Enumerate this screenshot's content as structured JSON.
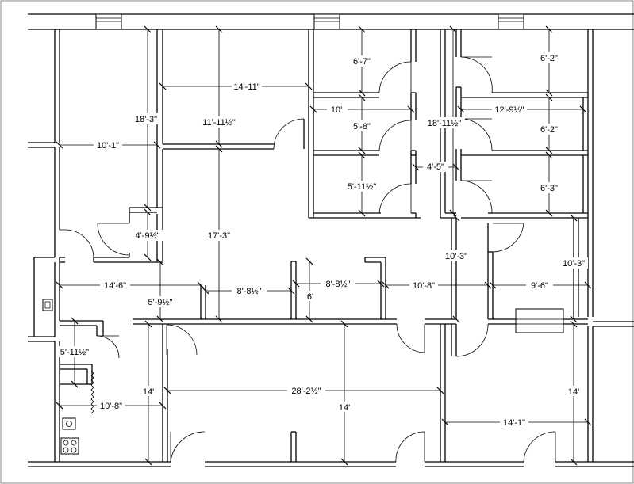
{
  "labels": {
    "d_6_7": "6'-7\"",
    "d_6_2_top": "6'-2\"",
    "d_14_11": "14'-11\"",
    "d_18_3": "18'-3\"",
    "d_10": "10'",
    "d_12_9h": "12'-9½\"",
    "d_11_11h": "11'-11½\"",
    "d_5_8": "5'-8\"",
    "d_18_11h": "18'-11½\"",
    "d_6_2_mid": "6'-2\"",
    "d_10_1": "10'-1\"",
    "d_4_5": "4'-5\"",
    "d_5_11h_top": "5'-11½\"",
    "d_6_3": "6'-3\"",
    "d_4_9h": "4'-9½\"",
    "d_17_3": "17'-3\"",
    "d_10_3_left": "10'-3\"",
    "d_10_3_right": "10'-3\"",
    "d_14_6": "14'-6\"",
    "d_8_8h_a": "8'-8½\"",
    "d_8_8h_b": "8'-8½\"",
    "d_10_8_mid": "10'-8\"",
    "d_9_6": "9'-6\"",
    "d_5_9h": "5'-9½\"",
    "d_6": "6'",
    "d_5_11h_bottom": "5'-11½\"",
    "d_14_left": "14'",
    "d_28_2h": "28'-2½\"",
    "d_14_mid": "14'",
    "d_14_right": "14'",
    "d_10_8_bottom": "10'-8\"",
    "d_14_1": "14'-1\""
  }
}
